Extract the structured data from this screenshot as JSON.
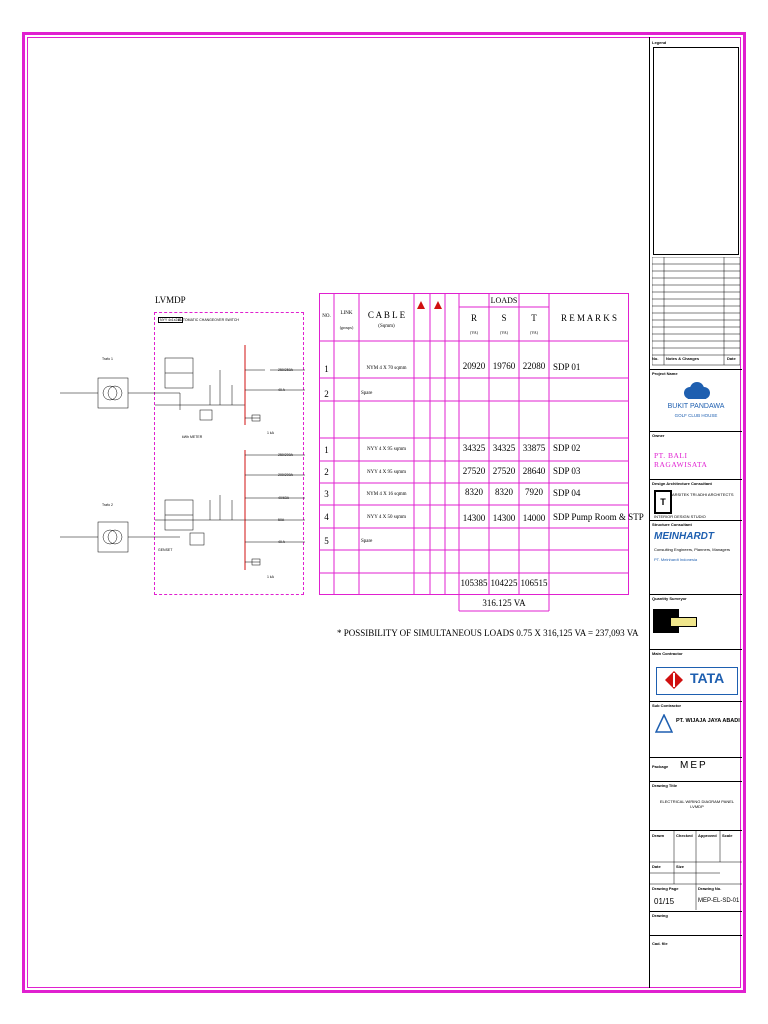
{
  "schematic": {
    "title": "LVMDP",
    "panel_label_1": "NYY 4x1x240",
    "panel_label_2": "AUTOMATIC CHANGEOVER SWITCH",
    "transformer_1": "Trafo 1",
    "transformer_2": "Trafo 2",
    "feeder_labels": [
      "250/250A",
      "40 A",
      "250/200A",
      "200/200A",
      "40/63A",
      "50A",
      "40 A"
    ],
    "amp_labels": [
      "1 kA",
      "1 kA"
    ],
    "meter_label": "kWh METER",
    "genset_label": "GENSET"
  },
  "table": {
    "headers": {
      "no": "NO.",
      "link": "LINK",
      "link_sub": "(groups)",
      "cable": "C A B L E",
      "cable_sub": "(Sqmm)",
      "loads": "LOADS",
      "r": "R",
      "s": "S",
      "t": "T",
      "va": "(VA)",
      "remarks": "R E M A R K S"
    },
    "rows": [
      {
        "no": "1",
        "cable": "NYM 4 X 70 sqmm",
        "r": "20920",
        "s": "19760",
        "t": "22080",
        "remarks": "SDP 01"
      },
      {
        "no": "2",
        "cable": "Spare",
        "r": "",
        "s": "",
        "t": "",
        "remarks": ""
      },
      {
        "no": "1",
        "cable": "NYY 4 X 95 sqmm",
        "r": "34325",
        "s": "34325",
        "t": "33875",
        "remarks": "SDP 02"
      },
      {
        "no": "2",
        "cable": "NYY 4 X 95 sqmm",
        "r": "27520",
        "s": "27520",
        "t": "28640",
        "remarks": "SDP 03"
      },
      {
        "no": "3",
        "cable": "NYM 4 X 16 sqmm",
        "r": "8320",
        "s": "8320",
        "t": "7920",
        "remarks": "SDP 04"
      },
      {
        "no": "4",
        "cable": "NYY 4 X 50 sqmm",
        "r": "14300",
        "s": "14300",
        "t": "14000",
        "remarks": "SDP  Pump Room & STP"
      },
      {
        "no": "5",
        "cable": "Spare",
        "r": "",
        "s": "",
        "t": "",
        "remarks": ""
      }
    ],
    "totals": {
      "r": "105385",
      "s": "104225",
      "t": "106515"
    },
    "grand_total": "316.125 VA"
  },
  "note": "* POSSIBILITY OF SIMULTANEOUS LOADS 0.75 X 316,125 VA = 237,093 VA",
  "title_block": {
    "legend": "Legend",
    "no": "No.",
    "notes": "Notes & Changes",
    "date": "Date",
    "project_name_label": "Project Name",
    "project_name": "BUKIT PANDAWA",
    "project_sub": "GOLF CLUB HOUSE",
    "owner_label": "Owner",
    "owner": "PT.  BALI RAGAWISATA",
    "architect_label": "Design Architecture Consultant",
    "architect_name": "ARSITEK TRI ADHI ARCHITECTS",
    "architect_addr": "INTERIOR DESIGN STUDIO",
    "structure_label": "Structure Consultant",
    "meinhardt": "MEINHARDT",
    "meinhardt_sub": "Consulting Engineers, Planners, Managers",
    "meinhardt_co": "PT. Meinhardt Indonesia",
    "qs_label": "Quantity Surveyor",
    "main_contractor_label": "Main Contractor",
    "tata": "TATA",
    "sub_contractor_label": "Sub Contractor",
    "sub_contractor": "PT. WIJAJA JAYA ABADI",
    "package_label": "Package",
    "package": "MEP",
    "drawing_title_label": "Drawing Title",
    "drawing_title": "ELECTRICAL WIRING DIAGRAM PANEL LVMDP",
    "drawn": "Drawn",
    "checked": "Checked",
    "approved": "Approved",
    "scale": "Scale",
    "date_label": "Date",
    "size": "Size",
    "drawing_page_label": "Drawing Page",
    "drawing_page": "01/15",
    "drawing_no_label": "Drawing No.",
    "drawing_no": "MEP-EL-SD-01",
    "status_label": "Drawing",
    "cad_file_label": "Cad. file"
  },
  "colors": {
    "frame": "#e020d0",
    "logo_blue": "#1e5fb0",
    "logo_red": "#d01010"
  }
}
